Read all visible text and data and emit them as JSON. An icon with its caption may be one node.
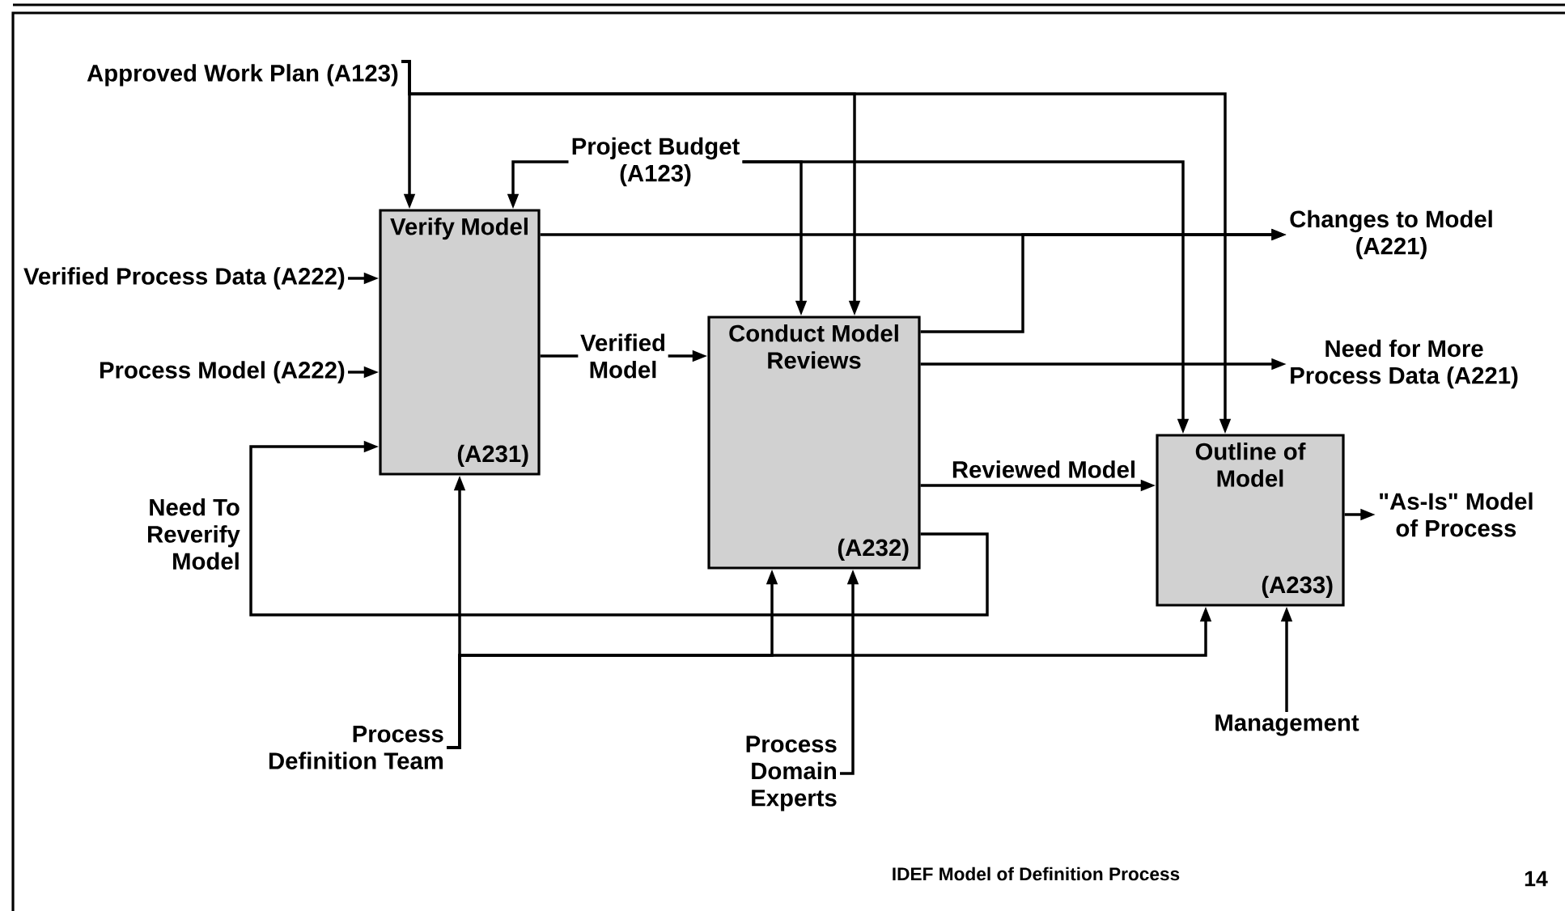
{
  "diagram": {
    "nodes": [
      {
        "text": [
          "Verify Model",
          "(A231)"
        ]
      },
      {
        "text": [
          "Conduct Model Reviews",
          "(A232)"
        ]
      },
      {
        "text": [
          "Outline of Model",
          "(A233)"
        ]
      },
      {
        "text": [
          "Approved Work Plan (A123)"
        ]
      },
      {
        "text": [
          "Project Budget (A123)"
        ]
      },
      {
        "text": [
          "Verified Process Data (A222)"
        ]
      },
      {
        "text": [
          "Process Model (A222)"
        ]
      },
      {
        "text": [
          "Changes to Model (A221)"
        ]
      },
      {
        "text": [
          "Need for More Process Data (A221)"
        ]
      },
      {
        "text": [
          "\"As-Is\" Model of Process"
        ]
      },
      {
        "text": [
          "Process Definition Team"
        ]
      },
      {
        "text": [
          "Process Domain Experts"
        ]
      },
      {
        "text": [
          "Management"
        ]
      }
    ],
    "edges": [
      {
        "from": 3,
        "to": 0,
        "arrow": "to"
      },
      {
        "from": 3,
        "to": 1,
        "arrow": "to"
      },
      {
        "from": 3,
        "to": 2,
        "arrow": "to"
      },
      {
        "from": 4,
        "to": 0,
        "arrow": "to"
      },
      {
        "from": 4,
        "to": 1,
        "arrow": "to"
      },
      {
        "from": 4,
        "to": 2,
        "arrow": "to"
      },
      {
        "from": 5,
        "to": 0,
        "arrow": "to"
      },
      {
        "from": 6,
        "to": 0,
        "arrow": "to"
      },
      {
        "from": 0,
        "to": 1,
        "arrow": "to",
        "label": "Verified Model"
      },
      {
        "from": 0,
        "to": 7,
        "arrow": "to"
      },
      {
        "from": 1,
        "to": 7,
        "arrow": "to"
      },
      {
        "from": 1,
        "to": 8,
        "arrow": "to"
      },
      {
        "from": 1,
        "to": 2,
        "arrow": "to",
        "label": "Reviewed Model"
      },
      {
        "from": 2,
        "to": 9,
        "arrow": "to"
      },
      {
        "from": 1,
        "to": 0,
        "arrow": "to",
        "label": "Need To Reverify Model"
      },
      {
        "from": 10,
        "to": 0,
        "arrow": "to"
      },
      {
        "from": 10,
        "to": 1,
        "arrow": "to"
      },
      {
        "from": 10,
        "to": 2,
        "arrow": "to"
      },
      {
        "from": 11,
        "to": 1,
        "arrow": "to"
      },
      {
        "from": 12,
        "to": 2,
        "arrow": "to"
      }
    ],
    "labels": [
      "IDEF Model of Definition Process",
      "14"
    ]
  }
}
